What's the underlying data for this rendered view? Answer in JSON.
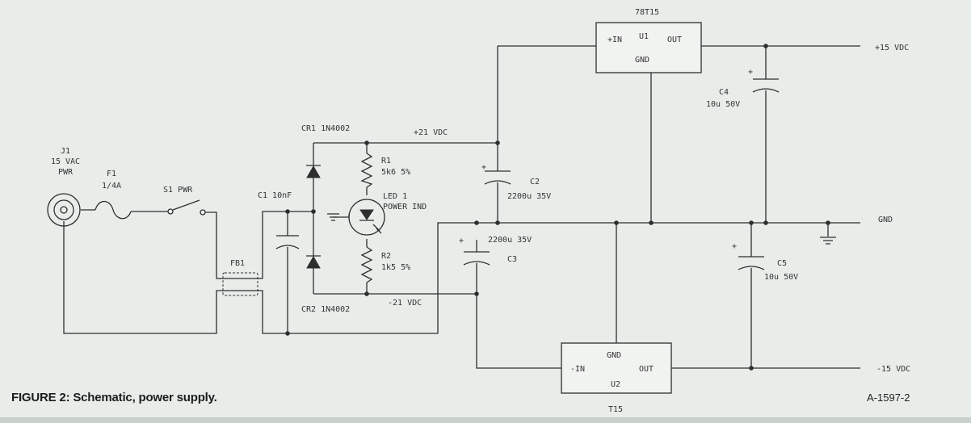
{
  "caption": "FIGURE 2: Schematic, power supply.",
  "figure_id": "A-1597-2",
  "components": {
    "j1": {
      "ref": "J1",
      "desc1": "15 VAC",
      "desc2": "PWR"
    },
    "f1": {
      "ref": "F1",
      "value": "1/4A"
    },
    "s1": {
      "label": "S1 PWR"
    },
    "fb1": {
      "ref": "FB1"
    },
    "c1": {
      "label": "C1 10nF"
    },
    "cr1": {
      "label": "CR1 1N4002"
    },
    "cr2": {
      "label": "CR2 1N4002"
    },
    "r1": {
      "ref": "R1",
      "value": "5k6 5%"
    },
    "r2": {
      "ref": "R2",
      "value": "1k5 5%"
    },
    "led1": {
      "ref": "LED 1",
      "desc": "POWER IND"
    },
    "c2": {
      "ref": "C2",
      "value": "2200u 35V"
    },
    "c3": {
      "ref": "C3",
      "value": "2200u 35V"
    },
    "c4": {
      "ref": "C4",
      "value": "10u 50V"
    },
    "c5": {
      "ref": "C5",
      "value": "10u 50V"
    },
    "u1": {
      "part": "78T15",
      "ref": "U1",
      "in": "+IN",
      "out": "OUT",
      "gnd": "GND"
    },
    "u2": {
      "part": "T15",
      "ref": "U2",
      "in": "-IN",
      "out": "OUT",
      "gnd": "GND"
    }
  },
  "nets": {
    "pos21": "+21 VDC",
    "neg21": "-21 VDC",
    "pos15": "+15 VDC",
    "neg15": "-15 VDC",
    "gnd": "GND"
  },
  "polarity_mark": "+"
}
